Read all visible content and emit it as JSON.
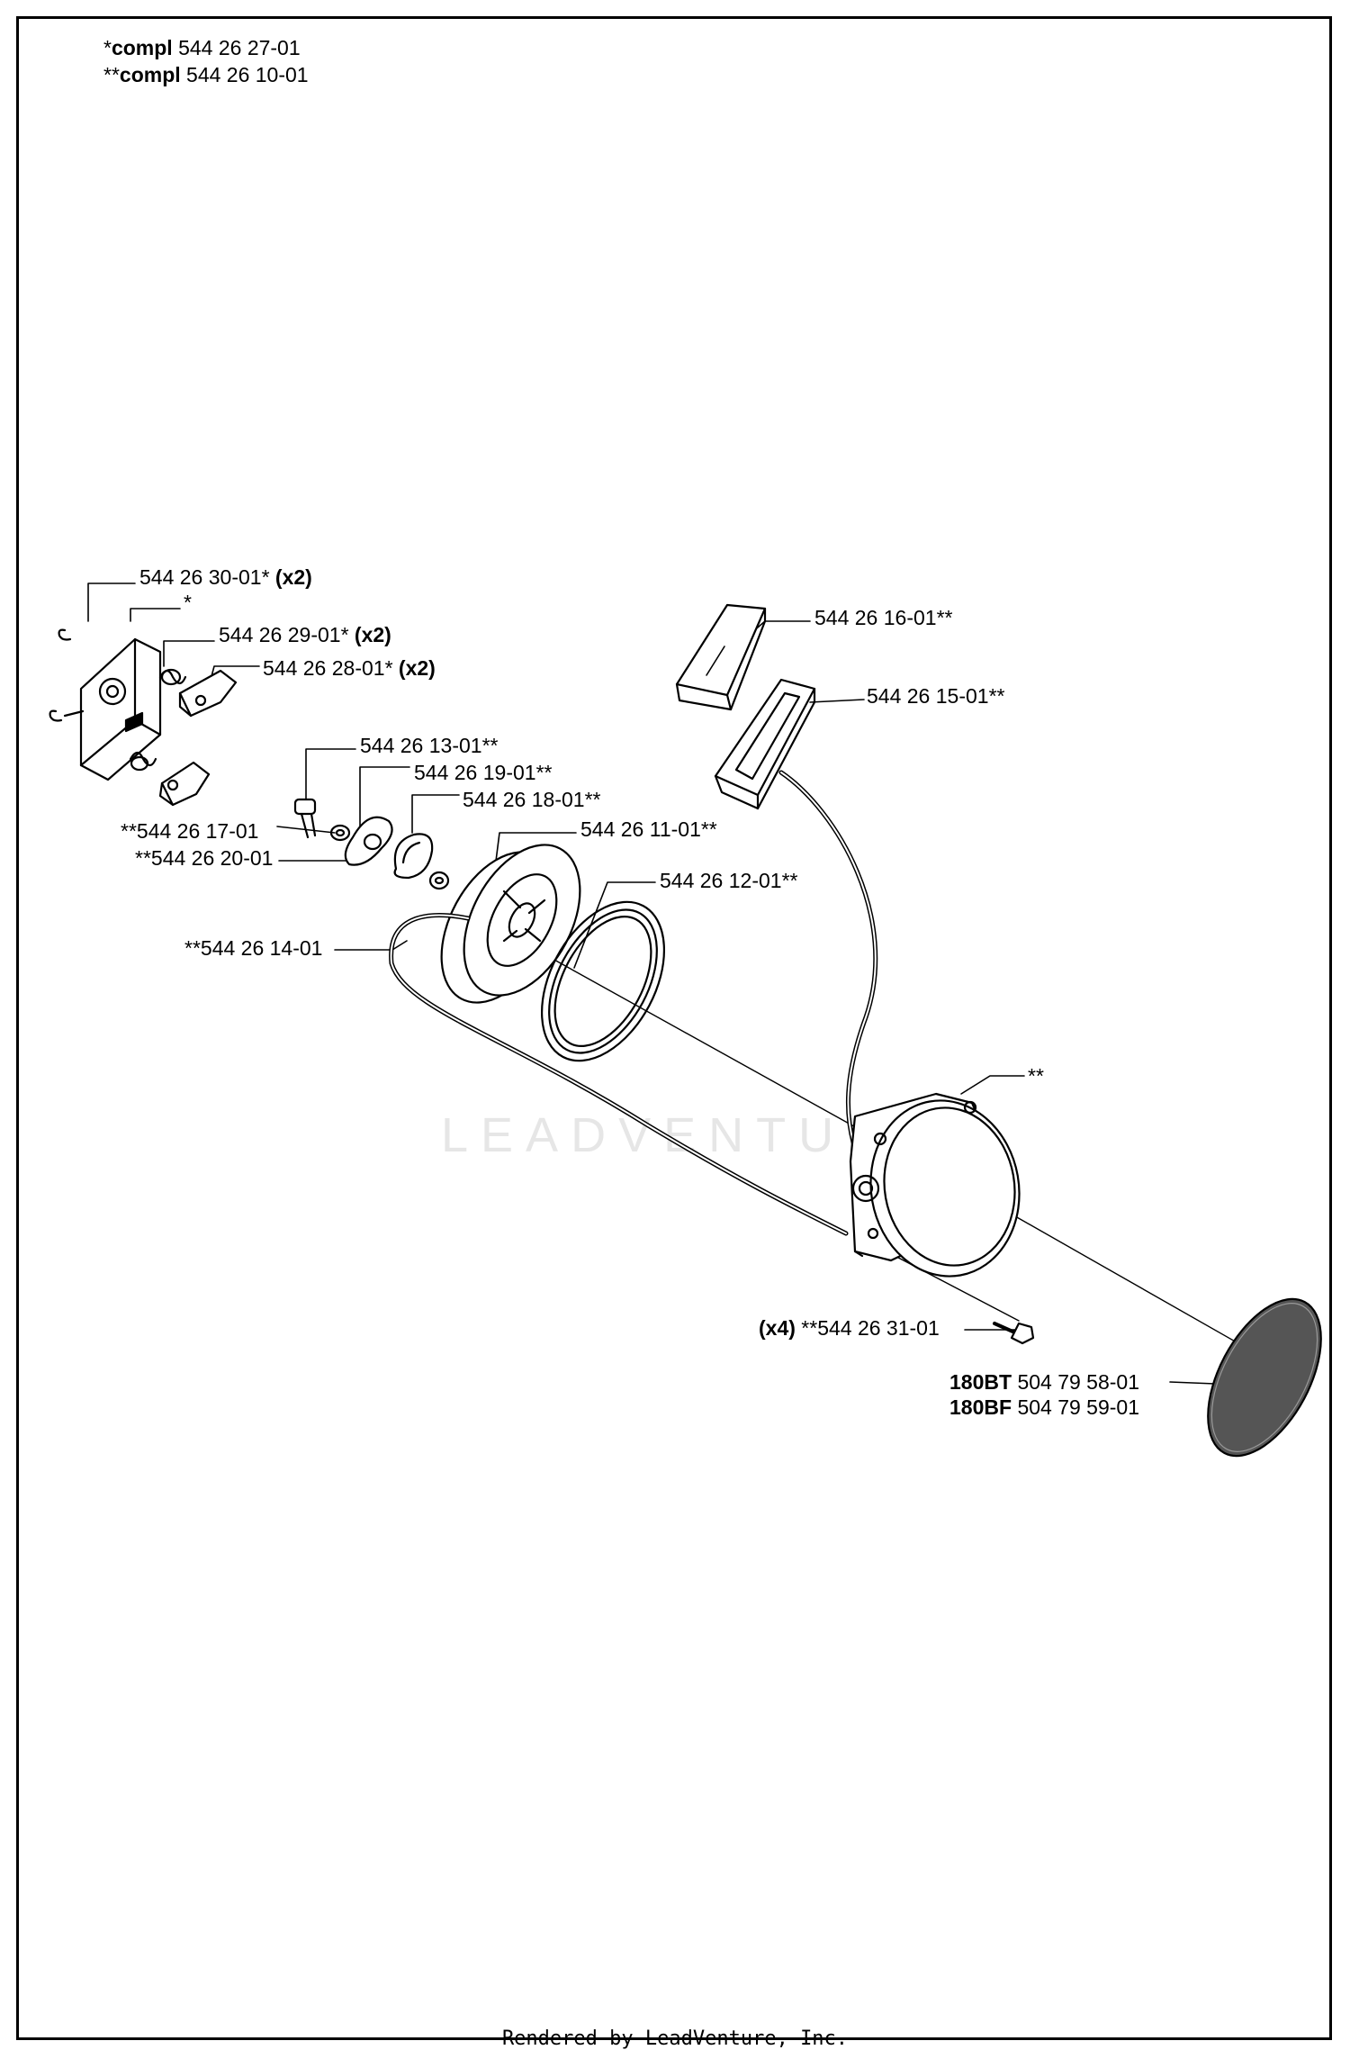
{
  "legend": [
    {
      "prefix": "*",
      "bold": "compl",
      "part": "544 26 27-01"
    },
    {
      "prefix": "**",
      "bold": "compl",
      "part": "544 26 10-01"
    }
  ],
  "callouts": {
    "c3030": {
      "text": "544 26 30-01*",
      "qty": "(x2)"
    },
    "cstar": {
      "text": "*"
    },
    "c2929": {
      "text": "544 26 29-01*",
      "qty": "(x2)"
    },
    "c2828": {
      "text": "544 26 28-01*",
      "qty": "(x2)"
    },
    "c1616": {
      "text": "544 26 16-01**"
    },
    "c1515": {
      "text": "544 26 15-01**"
    },
    "c1313": {
      "text": "544 26 13-01**"
    },
    "c1919": {
      "text": "544 26 19-01**"
    },
    "c1818": {
      "text": "544 26 18-01**"
    },
    "c1717": {
      "text": "**544 26 17-01"
    },
    "c1111": {
      "text": "544 26 11-01**"
    },
    "c2020": {
      "text": "**544 26 20-01"
    },
    "c1212": {
      "text": "544 26 12-01**"
    },
    "c1414": {
      "text": "**544 26 14-01"
    },
    "cdstar": {
      "text": "**"
    },
    "c3131": {
      "qty": "(x4)",
      "text": "**544 26 31-01"
    },
    "c180bt": {
      "bold": "180BT",
      "text": "504 79 58-01"
    },
    "c180bf": {
      "bold": "180BF",
      "text": "504 79 59-01"
    }
  },
  "watermark": "LEADVENTURE",
  "footer": "Rendered by LeadVenture, Inc."
}
